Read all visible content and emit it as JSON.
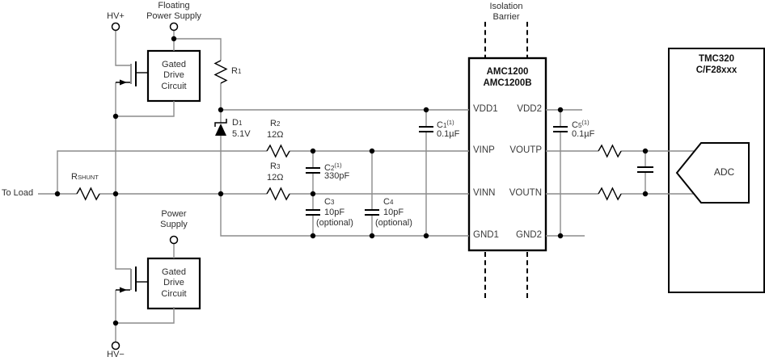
{
  "figure": {
    "type": "schematic",
    "description": "Shunt-based current sensing application circuit with isolated amplifier"
  },
  "colors": {
    "wire": "#8c8c8c",
    "component": "#000000",
    "background": "#ffffff",
    "text": "#2e2e2e"
  },
  "terminals": {
    "hv_plus": "HV+",
    "hv_minus": "HV−",
    "to_load": "To Load",
    "floating_supply": [
      "Floating",
      "Power Supply"
    ],
    "power_supply": [
      "Power",
      "Supply"
    ]
  },
  "isolation": [
    "Isolation",
    "Barrier"
  ],
  "blocks": {
    "gated_drive": [
      "Gated",
      "Drive",
      "Circuit"
    ],
    "amc": {
      "title1": "AMC1200",
      "title2": "AMC1200B",
      "pins": {
        "vdd1": "VDD1",
        "vdd2": "VDD2",
        "vinp": "VINP",
        "voutp": "VOUTP",
        "vinn": "VINN",
        "voutn": "VOUTN",
        "gnd1": "GND1",
        "gnd2": "GND2"
      }
    },
    "dsp": {
      "title1": "TMC320",
      "title2": "C/F28xxx",
      "adc": "ADC"
    }
  },
  "components": {
    "r1": {
      "ref": "R",
      "sub": "1"
    },
    "r2": {
      "ref": "R",
      "sub": "2",
      "value": "12Ω"
    },
    "r3": {
      "ref": "R",
      "sub": "3",
      "value": "12Ω"
    },
    "rshunt": {
      "ref": "R",
      "sub": "SHUNT"
    },
    "d1": {
      "ref": "D",
      "sub": "1",
      "value": "5.1V"
    },
    "c1": {
      "ref": "C",
      "sub": "1",
      "sup": "(1)",
      "value": "0.1µF"
    },
    "c2": {
      "ref": "C",
      "sub": "2",
      "sup": "(1)",
      "value": "330pF"
    },
    "c3": {
      "ref": "C",
      "sub": "3",
      "value": "10pF",
      "note": "(optional)"
    },
    "c4": {
      "ref": "C",
      "sub": "4",
      "value": "10pF",
      "note": "(optional)"
    },
    "c5": {
      "ref": "C",
      "sub": "5",
      "sup": "(1)",
      "value": "0.1µF"
    }
  }
}
